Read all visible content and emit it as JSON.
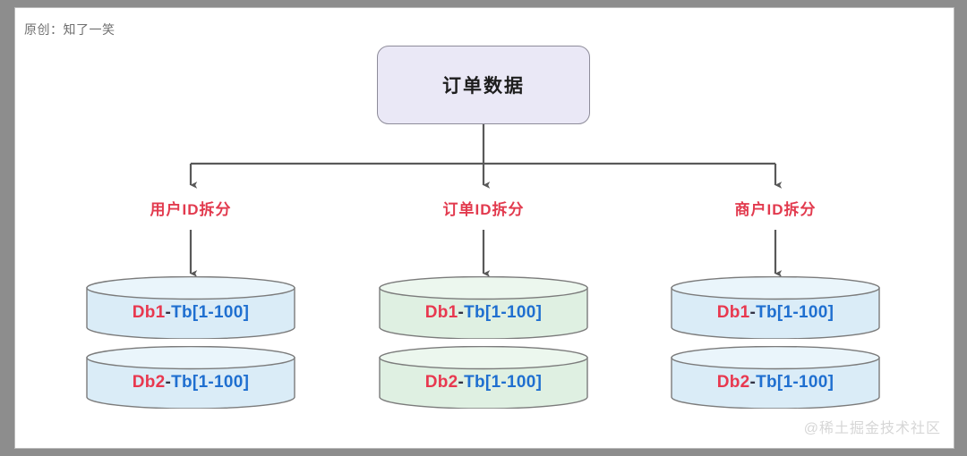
{
  "canvas": {
    "credit": "原创：知了一笑",
    "watermark": "@稀土掘金技术社区",
    "background": "#ffffff",
    "frame_color": "#8d8d8d"
  },
  "diagram": {
    "root": {
      "label": "订单数据",
      "fill": "#eae8f6",
      "stroke": "#8e8c9a"
    },
    "branch_label_color": "#e23a4e",
    "branches": [
      {
        "label": "用户ID拆分",
        "fill": "#daecf7",
        "top_fill": "#eaf5fb",
        "stroke": "#7b7b7b",
        "nodes": [
          {
            "db": "Db1",
            "sep": "-",
            "tb": "Tb[1-100]"
          },
          {
            "db": "Db2",
            "sep": "-",
            "tb": "Tb[1-100]"
          }
        ]
      },
      {
        "label": "订单ID拆分",
        "fill": "#dff0e2",
        "top_fill": "#ecf7ee",
        "stroke": "#7b7b7b",
        "nodes": [
          {
            "db": "Db1",
            "sep": "-",
            "tb": "Tb[1-100]"
          },
          {
            "db": "Db2",
            "sep": "-",
            "tb": "Tb[1-100]"
          }
        ]
      },
      {
        "label": "商户ID拆分",
        "fill": "#daecf7",
        "top_fill": "#eaf5fb",
        "stroke": "#7b7b7b",
        "nodes": [
          {
            "db": "Db1",
            "sep": "-",
            "tb": "Tb[1-100]"
          },
          {
            "db": "Db2",
            "sep": "-",
            "tb": "Tb[1-100]"
          }
        ]
      }
    ],
    "colors": {
      "db_text": "#e8384f",
      "tb_text": "#1f6fd0",
      "separator_text": "#333344",
      "connector": "#595959"
    }
  }
}
